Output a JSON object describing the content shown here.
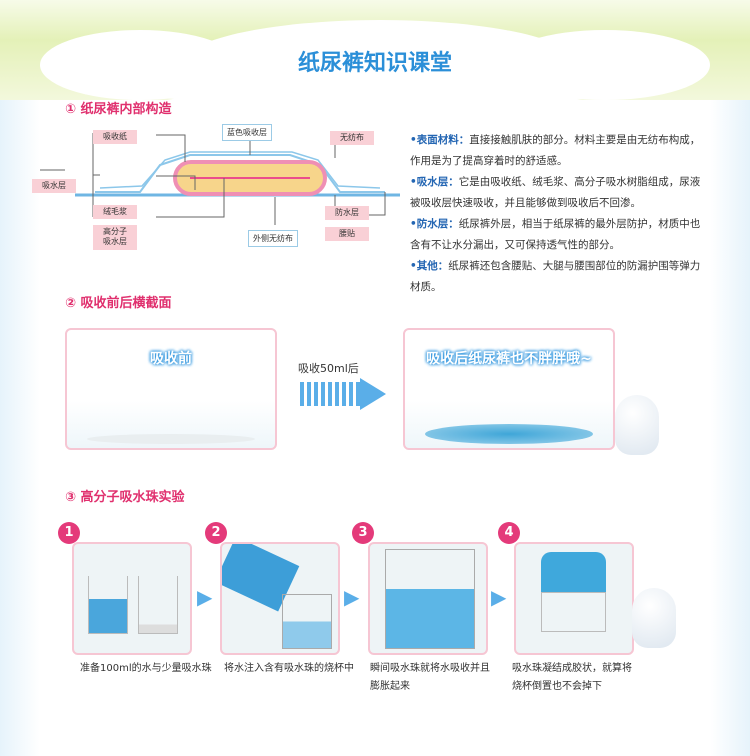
{
  "title": "纸尿裤知识课堂",
  "section1": {
    "heading": "① 纸尿裤内部构造",
    "labels": {
      "absorb_paper": "吸收纸",
      "blue_layer": "蓝色吸收层",
      "nonwoven": "无纺布",
      "absorb_layer": "吸水层",
      "fluff": "绒毛浆",
      "polymer": "高分子\n吸水层",
      "waterproof": "防水层",
      "tape": "腰贴",
      "outer_nonwoven": "外侧无纺布"
    },
    "desc": [
      {
        "term": "•表面材料：",
        "text": "直接接触肌肤的部分。材料主要是由无纺布构成，作用是为了提高穿着时的舒适感。"
      },
      {
        "term": "•吸水层：",
        "text": "它是由吸收纸、绒毛浆、高分子吸水树脂组成，尿液被吸收层快速吸收，并且能够做到吸收后不回渗。"
      },
      {
        "term": "•防水层：",
        "text": "纸尿裤外层，相当于纸尿裤的最外层防护，材质中也含有不让水分漏出，又可保持透气性的部分。"
      },
      {
        "term": "•其他：",
        "text": "纸尿裤还包含腰贴、大腿与腰围部位的防漏护围等弹力材质。"
      }
    ]
  },
  "section2": {
    "heading": "② 吸收前后横截面",
    "before": "吸收前",
    "arrow_label": "吸收50ml后",
    "after": "吸收后纸尿裤也不胖胖哦~"
  },
  "section3": {
    "heading": "③ 高分子吸水珠实验",
    "steps": [
      {
        "num": "1",
        "caption": "准备100ml的水与少量吸水珠"
      },
      {
        "num": "2",
        "caption": "将水注入含有吸水珠的烧杯中"
      },
      {
        "num": "3",
        "caption": "瞬间吸水珠就将水吸收并且膨胀起来"
      },
      {
        "num": "4",
        "caption": "吸水珠凝结成胶状，就算将烧杯倒置也不会掉下"
      }
    ]
  }
}
